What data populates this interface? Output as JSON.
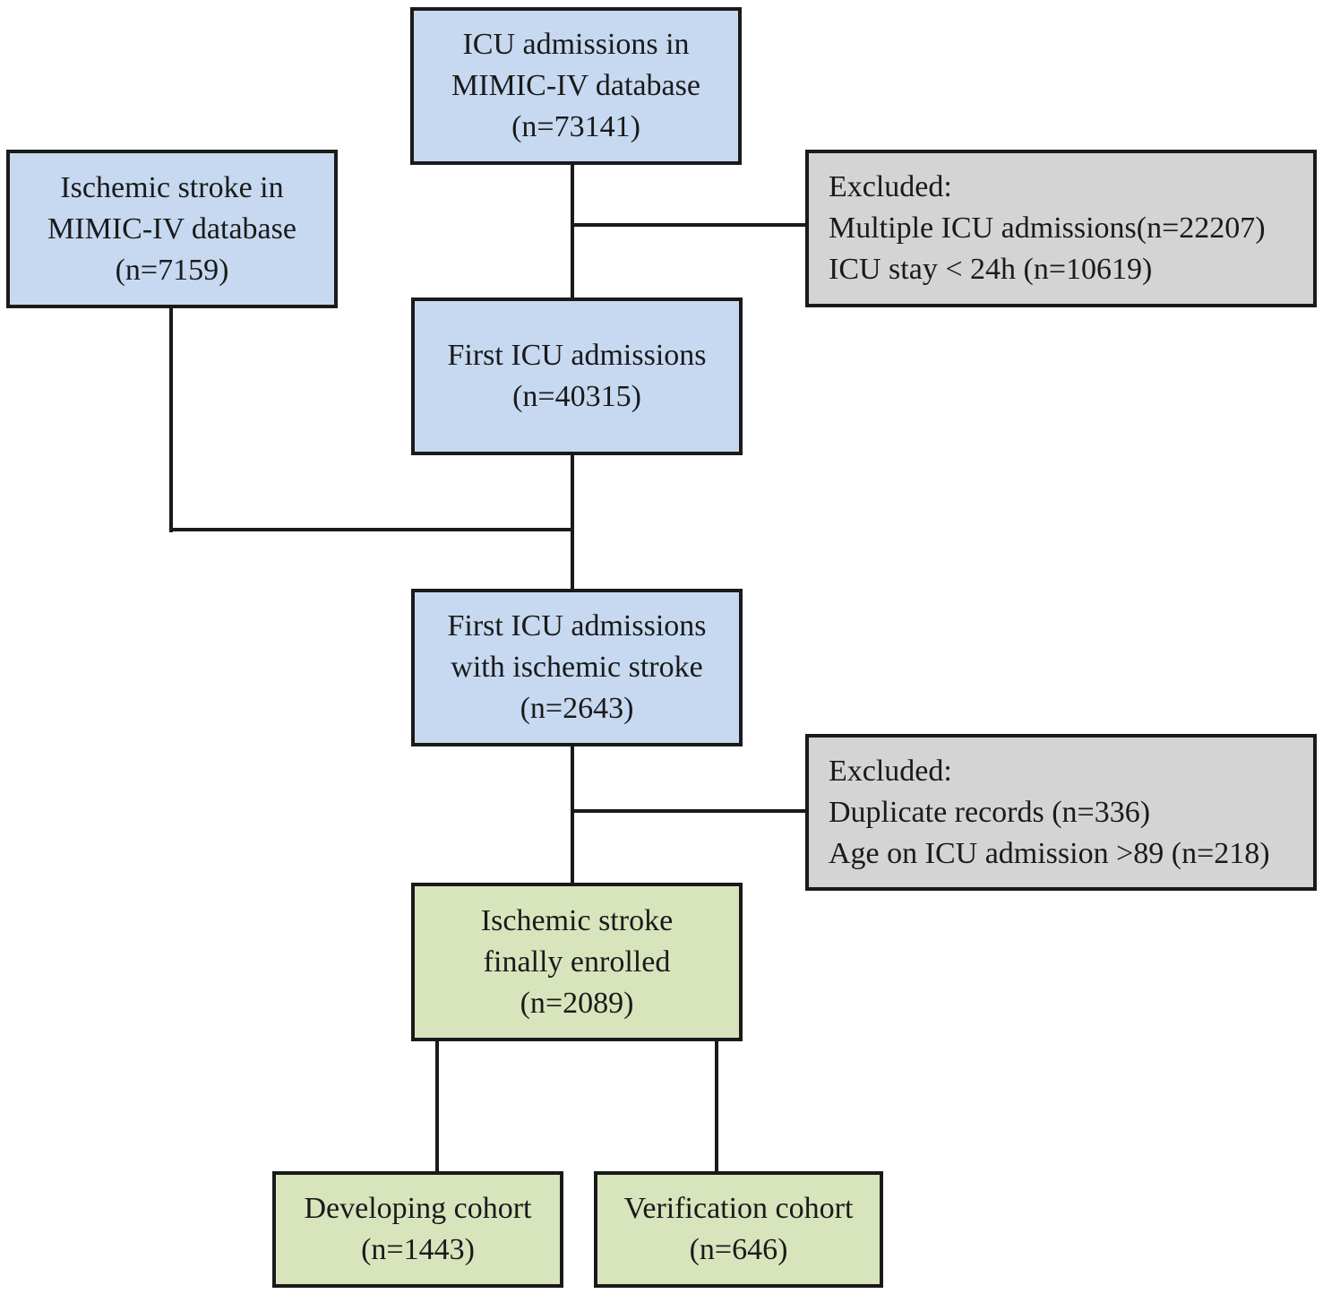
{
  "boxes": {
    "icu_admissions": {
      "lines": [
        "ICU admissions in",
        "MIMIC-IV database",
        "(n=73141)"
      ]
    },
    "ischemic_stroke_db": {
      "lines": [
        "Ischemic stroke in",
        "MIMIC-IV database",
        "(n=7159)"
      ]
    },
    "excluded_1": {
      "lines": [
        "Excluded:",
        "Multiple ICU admissions(n=22207)",
        "ICU stay < 24h (n=10619)"
      ]
    },
    "first_icu": {
      "lines": [
        "First ICU admissions",
        "(n=40315)"
      ]
    },
    "first_icu_stroke": {
      "lines": [
        "First ICU admissions",
        "with ischemic stroke",
        "(n=2643)"
      ]
    },
    "excluded_2": {
      "lines": [
        "Excluded:",
        "Duplicate records (n=336)",
        "Age on ICU admission >89 (n=218)"
      ]
    },
    "finally_enrolled": {
      "lines": [
        "Ischemic stroke",
        "finally enrolled",
        "(n=2089)"
      ]
    },
    "developing_cohort": {
      "lines": [
        "Developing cohort",
        "(n=1443)"
      ]
    },
    "verification_cohort": {
      "lines": [
        "Verification cohort",
        "(n=646)"
      ]
    }
  },
  "colors": {
    "blue_box": "#c6d9f1",
    "green_box": "#d8e4bc",
    "gray_box": "#d4d4d4",
    "border": "#1a1a1a"
  }
}
